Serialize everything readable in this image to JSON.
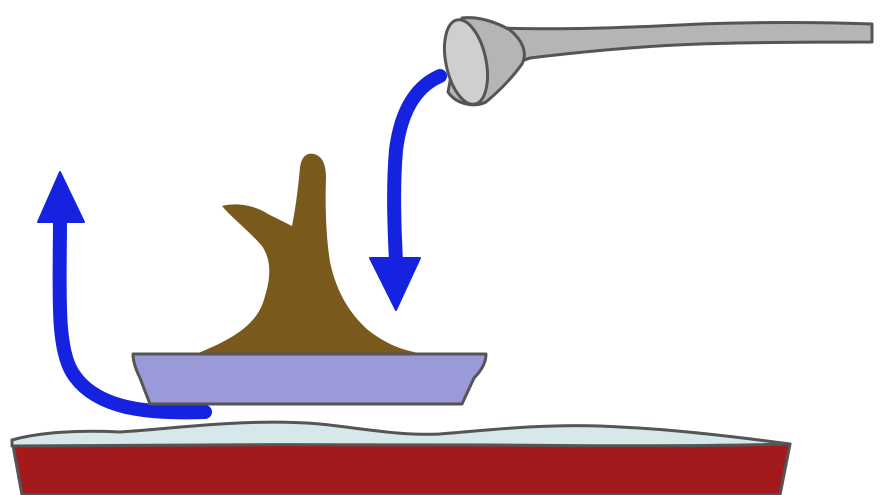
{
  "illustration": {
    "subject": "bonsai",
    "colors": {
      "background": "#ffffff",
      "outline": "#555555",
      "bonsai_trunk": "#7a5a1c",
      "pot": "#9b9ad8",
      "humidity_tray_base": "#a4191b",
      "humidity_tray_water": "#d7e8ea",
      "arrows": "#1522e0",
      "watering_spout": "#b5b5b5",
      "watering_spout_opening": "#cfcfcf"
    },
    "elements": {
      "watering_spout": {
        "icon": "watering-can-spout-icon"
      },
      "water_in_arrow": {
        "icon": "arrow-down-icon",
        "direction": "down"
      },
      "evaporation_arrow": {
        "icon": "arrow-up-icon",
        "direction": "up"
      },
      "bonsai_tree": {
        "icon": "tree-trunk-icon"
      },
      "bonsai_pot": {
        "icon": "shallow-pot-icon"
      },
      "humidity_tray": {
        "icon": "tray-icon"
      }
    }
  }
}
